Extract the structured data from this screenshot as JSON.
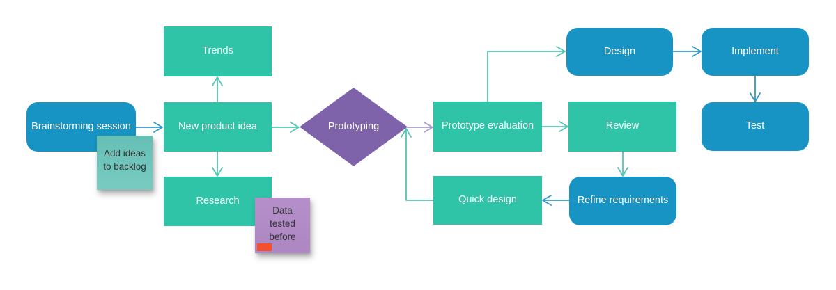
{
  "palette": {
    "process_green": "#2fc3a7",
    "terminal_blue": "#1794c4",
    "decision_purple": "#7e63ab",
    "arrow_teal": "#56c5b2",
    "arrow_blue": "#3597c6",
    "arrow_purple": "#a79dca",
    "sticky_teal": "#6fc6bc",
    "sticky_purple": "#b18cc6",
    "sticky_marker_red": "#f4502e",
    "node_text": "#ffffff",
    "sticky_text": "#333333"
  },
  "nodes": {
    "brainstorming": {
      "label": "Brainstorming session"
    },
    "trends": {
      "label": "Trends"
    },
    "new_product_idea": {
      "label": "New product idea"
    },
    "research": {
      "label": "Research"
    },
    "prototyping": {
      "label": "Prototyping"
    },
    "prototype_evaluation": {
      "label": "Prototype evaluation"
    },
    "design": {
      "label": "Design"
    },
    "implement": {
      "label": "Implement"
    },
    "test": {
      "label": "Test"
    },
    "review": {
      "label": "Review"
    },
    "refine_requirements": {
      "label": "Refine requirements"
    },
    "quick_design": {
      "label": "Quick design"
    }
  },
  "sticky_notes": {
    "add_ideas": {
      "line1": "Add ideas",
      "line2": "to backlog"
    },
    "data_tested": {
      "line1": "Data",
      "line2": "tested",
      "line3": "before"
    }
  }
}
